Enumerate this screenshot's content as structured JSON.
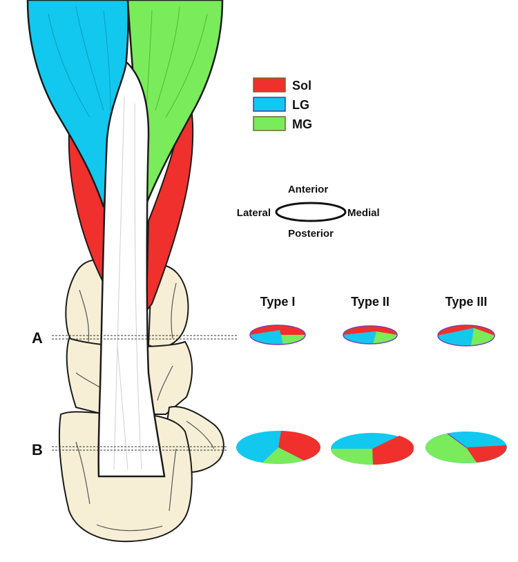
{
  "legend": {
    "items": [
      {
        "label": "Sol",
        "color": "#f0302c"
      },
      {
        "label": "LG",
        "color": "#12c8ee"
      },
      {
        "label": "MG",
        "color": "#7aeb5a"
      }
    ]
  },
  "orientation": {
    "anterior": "Anterior",
    "lateral": "Lateral",
    "medial": "Medial",
    "posterior": "Posterior"
  },
  "levels": {
    "a": "A",
    "b": "B"
  },
  "types": [
    {
      "label": "Type I"
    },
    {
      "label": "Type II"
    },
    {
      "label": "Type III"
    }
  ],
  "colors": {
    "bone": "#f6efd6",
    "tendon": "#ffffff",
    "outline": "#1a1a1a"
  }
}
